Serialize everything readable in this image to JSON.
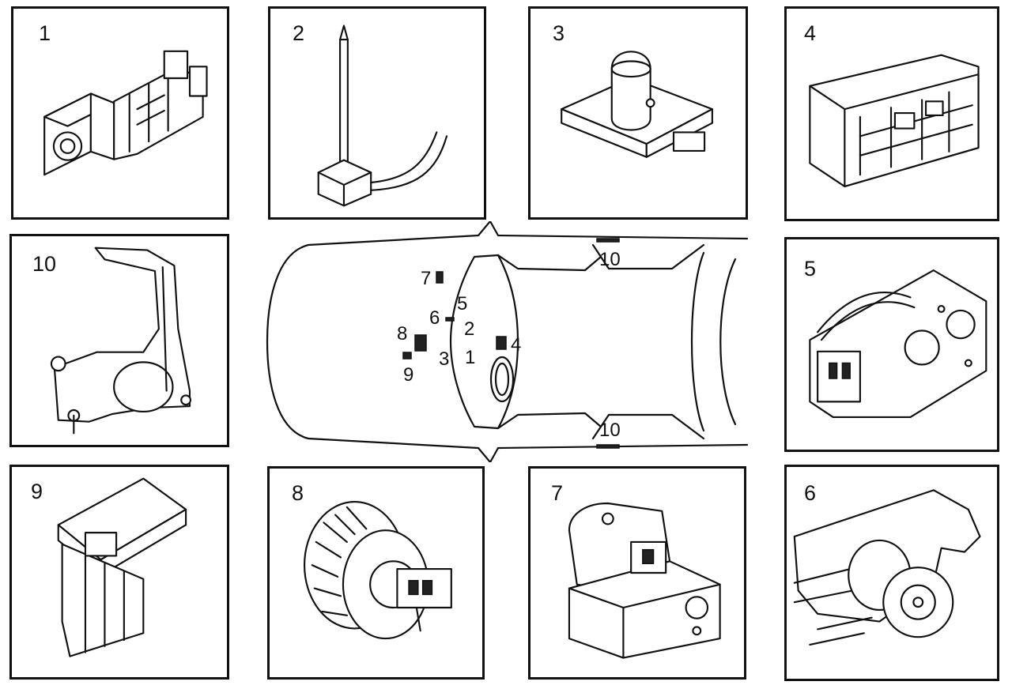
{
  "panels": [
    {
      "id": "p1",
      "label": "1",
      "icon": "ignition-switch-icon"
    },
    {
      "id": "p2",
      "label": "2",
      "icon": "temperature-sensor-icon"
    },
    {
      "id": "p3",
      "label": "3",
      "icon": "sensor-module-icon"
    },
    {
      "id": "p4",
      "label": "4",
      "icon": "control-panel-icon"
    },
    {
      "id": "p10",
      "label": "10",
      "icon": "air-duct-icon"
    },
    {
      "id": "p5",
      "label": "5",
      "icon": "damper-motor-icon"
    },
    {
      "id": "p9",
      "label": "9",
      "icon": "resistor-pack-icon"
    },
    {
      "id": "p8",
      "label": "8",
      "icon": "blower-fan-icon"
    },
    {
      "id": "p7",
      "label": "7",
      "icon": "actuator-motor-icon"
    },
    {
      "id": "p6",
      "label": "6",
      "icon": "flap-motor-icon"
    }
  ],
  "car": {
    "labels": {
      "l7": "7",
      "l5": "5",
      "l6": "6",
      "l2": "2",
      "l8": "8",
      "l4": "4",
      "l3": "3",
      "l1": "1",
      "l9": "9",
      "l10_top": "10",
      "l10_bottom": "10"
    }
  }
}
